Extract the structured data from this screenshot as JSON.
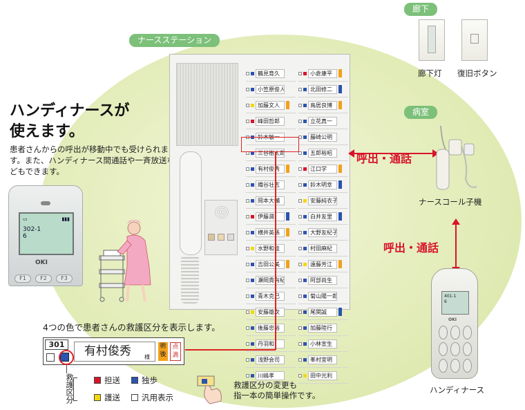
{
  "tags": {
    "nurse_station": "ナースステーション",
    "corridor": "廊下",
    "patient_room": "病室"
  },
  "headline": "ハンディナースが\n使えます。",
  "description": "患者さんからの呼出が移動中でも受けられます。また、ハンディナース間通話や一斉放送などもできます。",
  "phone_left": {
    "screen_line1": "302-1",
    "screen_line2": "6",
    "logo": "OKI",
    "keys": [
      "F1",
      "F2",
      "F3"
    ]
  },
  "cards_left": [
    "鶴見育久",
    "小笠原俊人",
    "加藤文人",
    "峰田哲郎",
    "鈴木敏一",
    "三谷樹太郎",
    "有村俊秀",
    "織谷壮志",
    "岡本大輔",
    "伊藤潤",
    "横井英孫",
    "水野和佳",
    "吉田公美",
    "瀬岡貴有紀",
    "青木克己",
    "安藤雄次",
    "後藤忠裕",
    "丹羽和",
    "浅野会司",
    "川嶋孝"
  ],
  "cards_right": [
    "小倉康平",
    "北田修二",
    "鳥居良博",
    "立花真一",
    "藤崎公明",
    "五郎裕昭",
    "江口学",
    "鈴木明幸",
    "安藤純衣子",
    "白井友里",
    "大野友紀子",
    "村田麻紀",
    "遠藤芳江",
    "阿部尚生",
    "菊山陽一郎",
    "尾関誠",
    "加藤陸行",
    "小林宣生",
    "峯村宜明",
    "田中光利"
  ],
  "call_labels": {
    "top": "呼出・通話",
    "right": "呼出・通話"
  },
  "devices": {
    "corridor_light": "廊下灯",
    "reset_button": "復旧ボタン",
    "nurse_call": "ナースコール子機",
    "handy_nurse": "ハンディナース"
  },
  "card_caption": "4つの色で患者さんの救護区分を表示します。",
  "big_card": {
    "room": "301",
    "name": "有村俊秀",
    "honorific": "様",
    "tag1": "術後",
    "tag2": "点滴"
  },
  "legend": {
    "title": "救護区分",
    "items": [
      {
        "label": "担送",
        "color": "#d8132a"
      },
      {
        "label": "独歩",
        "color": "#2b53b0"
      },
      {
        "label": "護送",
        "color": "#f5d80c"
      },
      {
        "label": "汎用表示",
        "color": "#ffffff"
      }
    ]
  },
  "note": "救護区分の変更も\n指一本の簡単操作です。",
  "handy_screen": {
    "line1": "401-1",
    "line2": "6",
    "logo": "OKI"
  }
}
